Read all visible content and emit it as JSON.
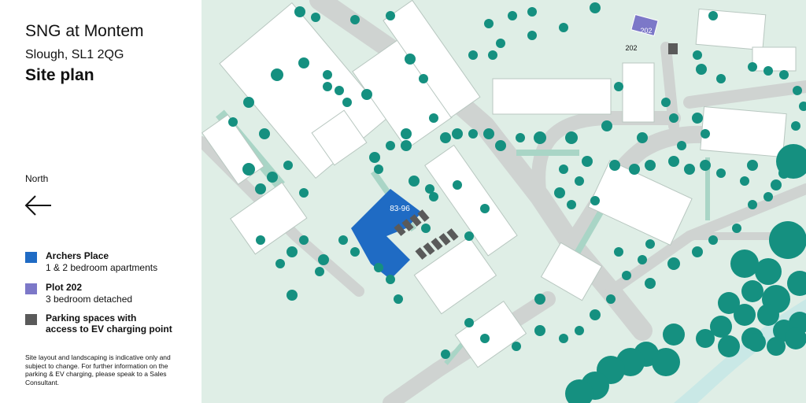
{
  "legend_panel": {
    "title": "SNG at Montem",
    "location": "Slough, SL1 2QG",
    "heading": "Site plan",
    "north_label": "North",
    "items": [
      {
        "title": "Archers Place",
        "subtitle": "1 & 2 bedroom apartments",
        "color": "#1f6bc4"
      },
      {
        "title": "Plot 202",
        "subtitle": "3 bedroom detached",
        "color": "#7c78c8"
      },
      {
        "title": "Parking spaces with",
        "subtitle": "access to EV charging point",
        "color": "#5a5a5a"
      }
    ],
    "disclaimer": "Site layout and landscaping is indicative only and subject to change. For further information on the parking & EV charging, please speak to a Sales Consultant."
  },
  "map": {
    "archers_place_label": "83-96",
    "plot_label": "202",
    "plot_label_outside": "202",
    "colors": {
      "background": "#dfeee6",
      "road": "#cfd3d1",
      "building": "#ffffff",
      "tree": "#159080",
      "hedge": "#a9d5c6",
      "river": "#c9e8e6",
      "archers_place": "#1f6bc4",
      "plot": "#7c78c8",
      "ev_parking": "#5a5a5a"
    }
  }
}
